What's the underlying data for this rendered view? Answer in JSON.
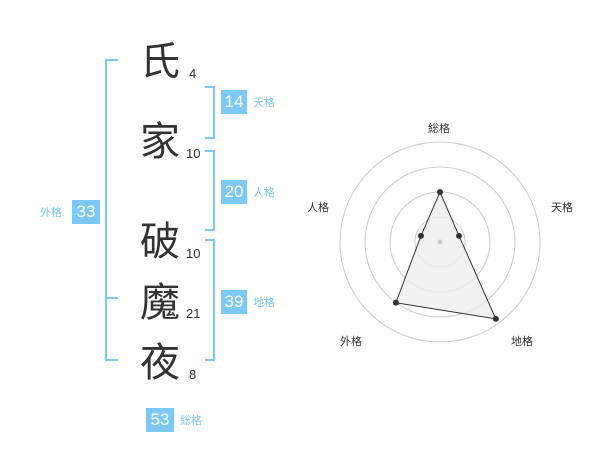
{
  "characters": [
    {
      "glyph": "氏",
      "strokes": "4"
    },
    {
      "glyph": "家",
      "strokes": "10"
    },
    {
      "glyph": "破",
      "strokes": "10"
    },
    {
      "glyph": "魔",
      "strokes": "21"
    },
    {
      "glyph": "夜",
      "strokes": "8"
    }
  ],
  "scores": {
    "tenkaku": {
      "value": "14",
      "label": "天格"
    },
    "jinkaku": {
      "value": "20",
      "label": "人格"
    },
    "chikaku": {
      "value": "39",
      "label": "地格"
    },
    "gaikaku": {
      "value": "33",
      "label": "外格"
    },
    "soukaku": {
      "value": "53",
      "label": "総格"
    }
  },
  "colors": {
    "accent": "#7cc8f7",
    "text": "#333333",
    "grid": "#cccccc",
    "fill": "#eeeeee"
  },
  "chart_data": {
    "type": "radar",
    "axes": [
      "総格",
      "天格",
      "地格",
      "外格",
      "人格"
    ],
    "values": [
      0.5,
      0.2,
      0.95,
      0.75,
      0.2
    ],
    "rings": 4,
    "grid": true
  }
}
